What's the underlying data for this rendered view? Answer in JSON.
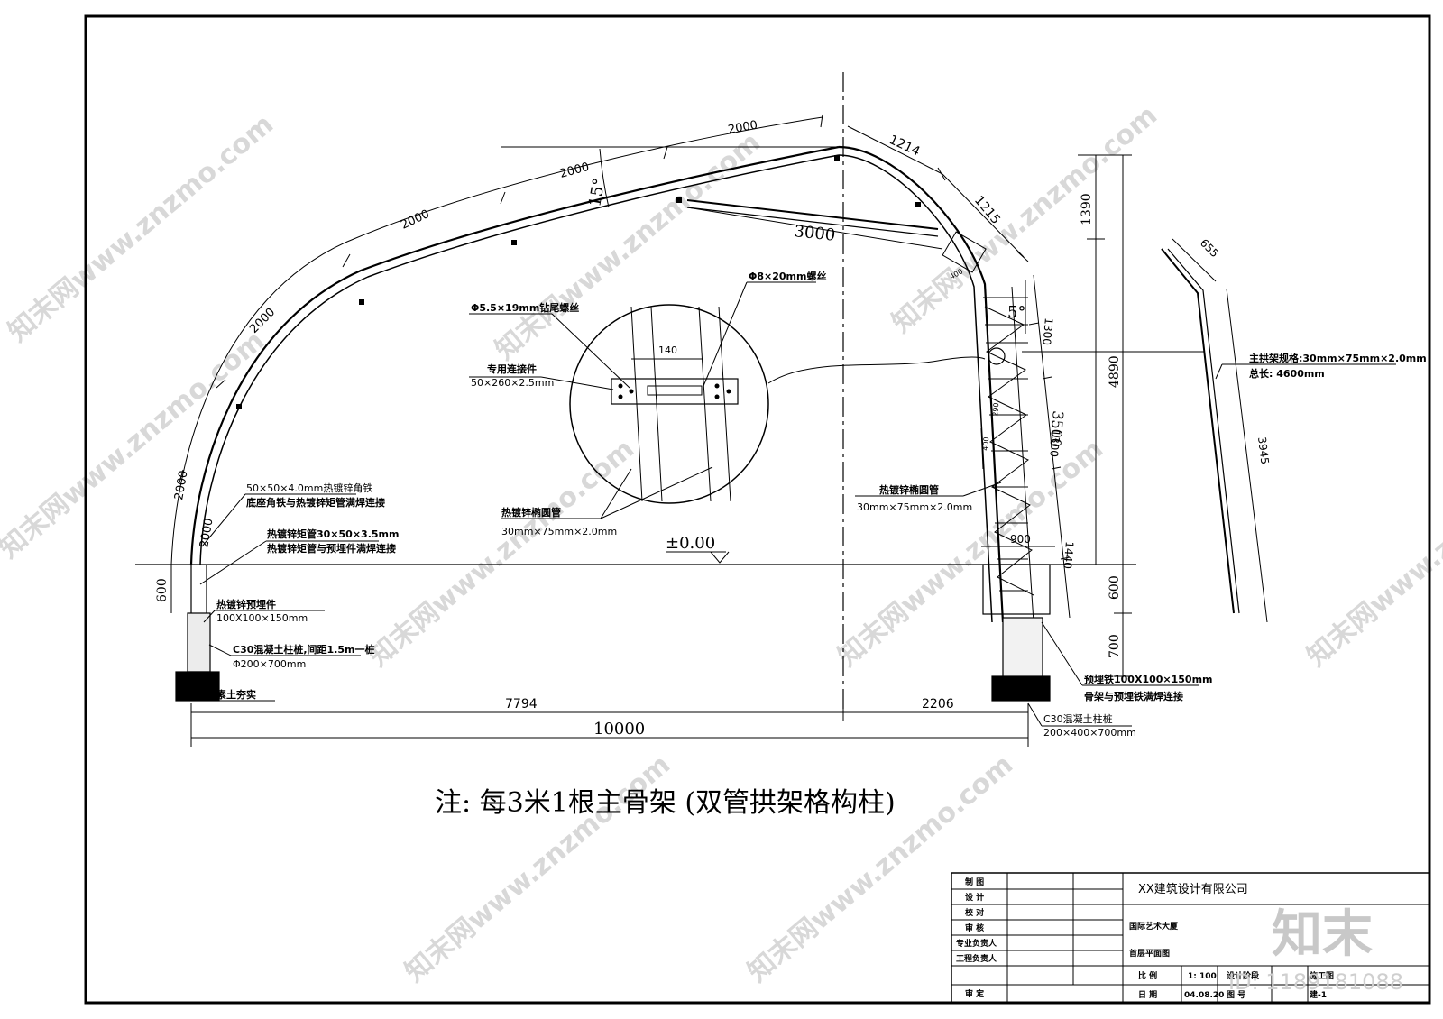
{
  "drawing": {
    "elevation_label": "±0.00",
    "angle_top": "15°",
    "angle_side": "5°",
    "arc_labels": [
      "2000",
      "2000",
      "2000",
      "2000",
      "2000",
      "2000"
    ],
    "top_dims": [
      "1214",
      "1215"
    ],
    "brace_length": "3000",
    "detail": {
      "screw_label": "Φ5.5×19mm钻尾螺丝",
      "bolt_label": "Φ8×20mm螺丝",
      "connector_label_1": "专用连接件",
      "connector_label_2": "50×260×2.5mm",
      "spacing": "140",
      "tube_label_1": "热镀锌椭圆管",
      "tube_label_2": "30mm×75mm×2.0mm"
    },
    "left_callouts": {
      "angle_iron_1": "50×50×4.0mm热镀锌角铁",
      "angle_iron_2": "底座角铁与热镀锌矩管满焊连接",
      "rect_tube_1": "热镀锌矩管30×50×3.5mm",
      "rect_tube_2": "热镀锌矩管与预埋件满焊连接",
      "embed_1": "热镀锌预埋件",
      "embed_2": "100X100×150mm",
      "pile_1": "C30混凝土柱桩,间距1.5m一桩",
      "pile_2": "Φ200×700mm",
      "soil": "素土夯实"
    },
    "right_callouts": {
      "tube_1": "热镀锌椭圆管",
      "tube_2": "30mm×75mm×2.0mm",
      "embed_1": "预埋铁100X100×150mm",
      "embed_2": "骨架与预埋铁满焊连接",
      "pile_1": "C30混凝土柱桩",
      "pile_2": "200×400×700mm",
      "rib_1": "主拱架规格:30mm×75mm×2.0mm",
      "rib_2": "总长: 4600mm"
    },
    "column_dims": {
      "d1300a": "1300",
      "d3500": "3500",
      "d1300b": "1300",
      "d900": "900",
      "d1440": "1440",
      "d400a": "400",
      "d400b": "400",
      "d290": "290"
    },
    "vertical_dims": {
      "d1390": "1390",
      "d4890": "4890",
      "d600r": "600",
      "d700": "700",
      "d600l": "600"
    },
    "rib_dims": {
      "d655": "655",
      "d3945": "3945"
    },
    "bottom_dims": {
      "d7794": "7794",
      "d2206": "2206",
      "d10000": "10000"
    }
  },
  "note": "注: 每3米1根主骨架 (双管拱架格构柱)",
  "title_block": {
    "rows": [
      "制 图",
      "设 计",
      "校 对",
      "审 核",
      "专业负责人",
      "工程负责人",
      "审 定"
    ],
    "company": "XX建筑设计有限公司",
    "project": "国际艺术大厦",
    "sheet_name": "首层平面图",
    "scale_label": "比 例",
    "scale_value": "1: 100",
    "date_label": "日 期",
    "date_value": "04.08.20",
    "stage_label": "设计阶段",
    "stage_value": "施工图",
    "number_label": "图 号",
    "number_value": "建-1"
  },
  "watermark": {
    "brand": "知末",
    "id": "ID: 1189181088",
    "site": "知末网www.znzmo.com"
  }
}
